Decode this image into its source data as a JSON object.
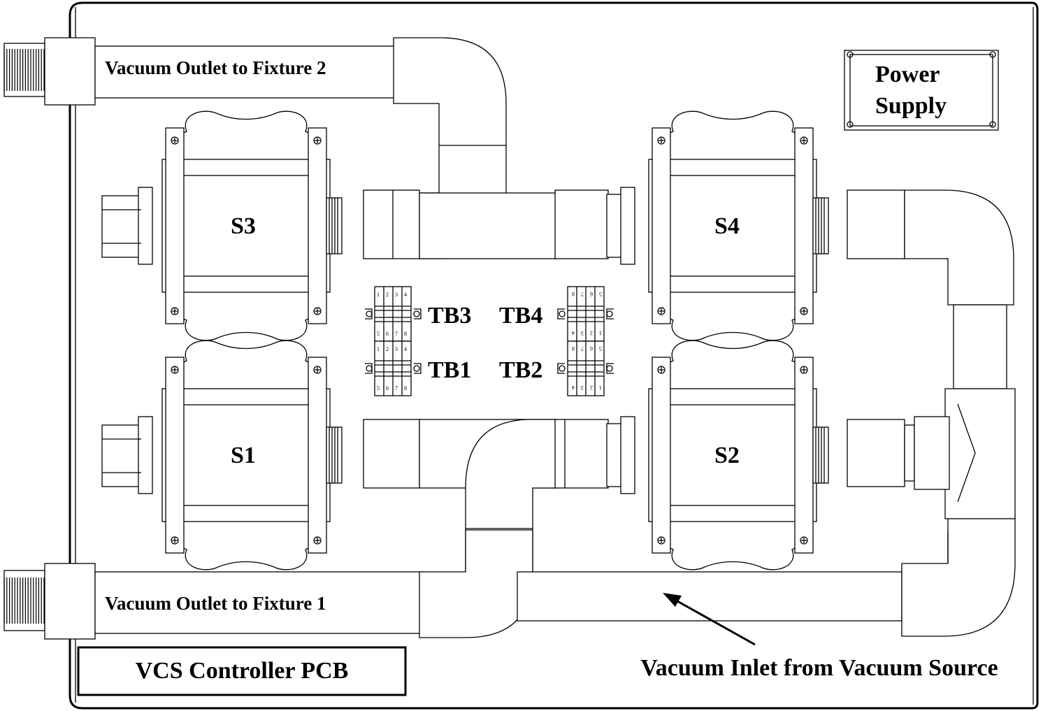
{
  "labels": {
    "outlet2": "Vacuum Outlet to Fixture 2",
    "outlet1": "Vacuum Outlet to Fixture 1",
    "power_supply_line1": "Power",
    "power_supply_line2": "Supply",
    "controller_pcb": "VCS Controller PCB",
    "vacuum_inlet": "Vacuum Inlet from Vacuum Source"
  },
  "valves": {
    "s1": "S1",
    "s2": "S2",
    "s3": "S3",
    "s4": "S4"
  },
  "terminal_blocks": {
    "tb1": "TB1",
    "tb2": "TB2",
    "tb3": "TB3",
    "tb4": "TB4"
  },
  "terminal_numbers": {
    "top": [
      "1",
      "2",
      "3",
      "4"
    ],
    "bottom": [
      "5",
      "6",
      "7",
      "8"
    ]
  }
}
